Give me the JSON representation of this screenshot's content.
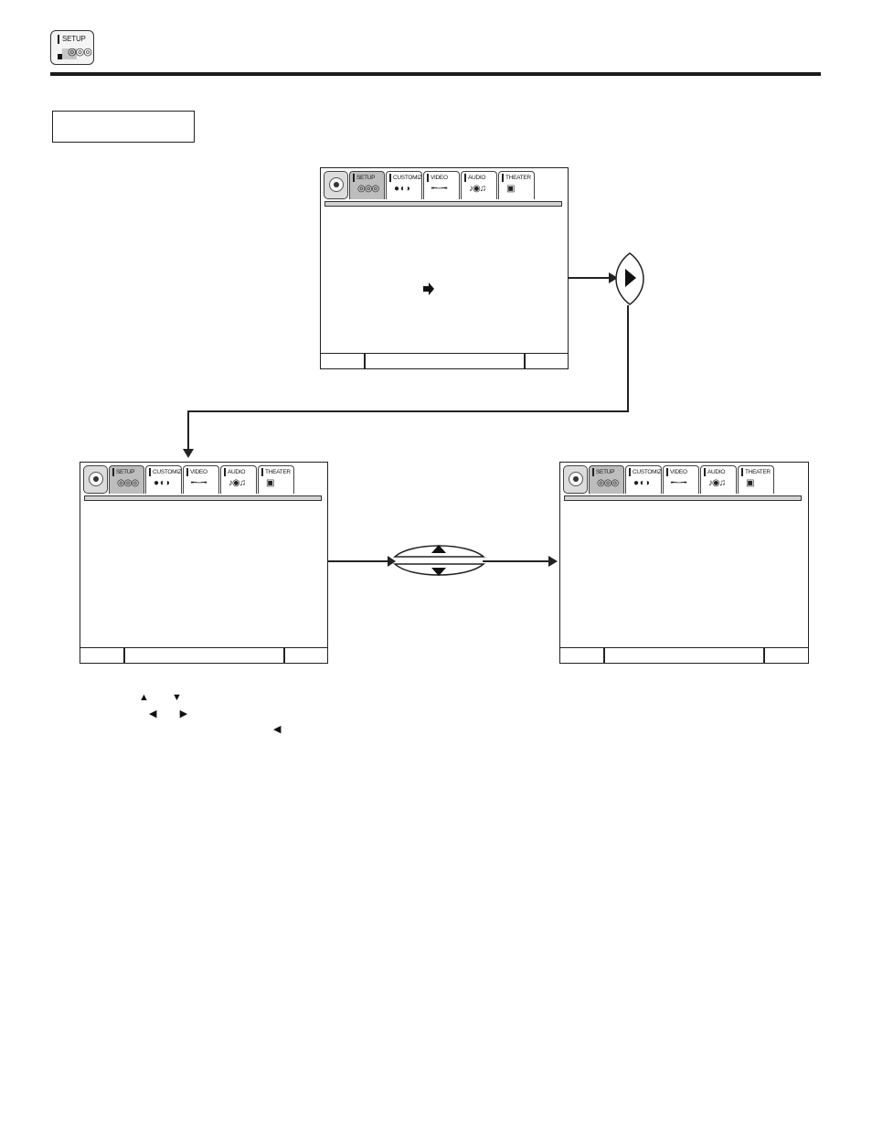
{
  "header": {
    "badge_label": "SETUP",
    "badge_icon": "setup-reels-icon"
  },
  "menu": {
    "tabs": [
      {
        "label": "",
        "icon": "dpad-icon"
      },
      {
        "label": "SETUP",
        "icon": "setup-reels-icon"
      },
      {
        "label": "CUSTOMIZE",
        "icon": "customize-person-icon"
      },
      {
        "label": "VIDEO",
        "icon": "video-sliders-icon"
      },
      {
        "label": "AUDIO",
        "icon": "audio-notes-icon"
      },
      {
        "label": "THEATER",
        "icon": "theater-film-icon"
      }
    ],
    "active_tab": "SETUP"
  },
  "remote_buttons": {
    "right": "play-right-icon",
    "up_down": [
      "up-arrow-icon",
      "down-arrow-icon"
    ]
  },
  "instructions": {
    "line1_symbols": [
      "▲",
      "▼"
    ],
    "line2_symbols": [
      "◀",
      "▶"
    ],
    "line3_symbols": [
      "◀"
    ]
  },
  "colors": {
    "ink": "#1a1a1a",
    "active_tab": "#bdbdbd",
    "menu_bar": "#d2d2d2"
  }
}
